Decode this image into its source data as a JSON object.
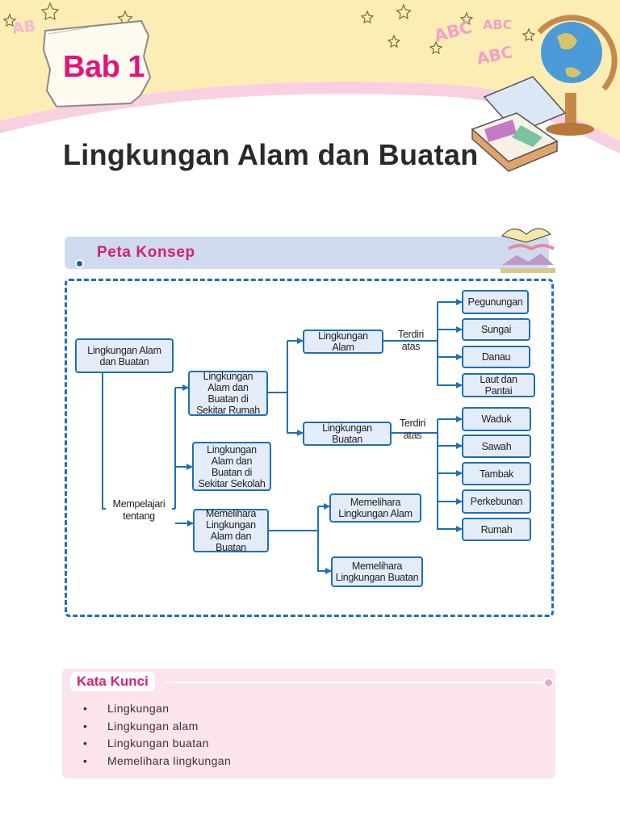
{
  "header": {
    "chapter_label": "Bab 1",
    "chapter_title": "Lingkungan Alam dan Buatan"
  },
  "concept_map": {
    "section_title": "Peta Konsep",
    "nodes": {
      "root": "Lingkungan Alam dan Buatan",
      "rumah": "Lingkungan Alam dan Buatan di Sekitar Rumah",
      "sekolah": "Lingkungan Alam dan Buatan di Sekitar Sekolah",
      "memelihara": "Memelihara Lingkungan Alam dan Buatan",
      "alam": "Lingkungan Alam",
      "buatan": "Lingkungan Buatan",
      "mem_alam": "Memelihara Lingkungan Alam",
      "mem_buatan": "Memelihara Lingkungan Buatan",
      "pegunungan": "Pegunungan",
      "sungai": "Sungai",
      "danau": "Danau",
      "laut": "Laut dan Pantai",
      "waduk": "Waduk",
      "sawah": "Sawah",
      "tambak": "Tambak",
      "perkebunan": "Perkebunan",
      "rumah_item": "Rumah"
    },
    "labels": {
      "mempelajari": "Mempelajari tentang",
      "terdiri_alam": "Terdiri atas",
      "terdiri_buatan": "Terdiri atas"
    }
  },
  "keywords": {
    "title": "Kata Kunci",
    "bullet": "•",
    "items": [
      "Lingkungan",
      "Lingkungan alam",
      "Lingkungan buatan",
      "Memelihara lingkungan"
    ]
  },
  "colors": {
    "accent_pink": "#e4147a",
    "accent_blue": "#1f6fb5",
    "node_fill": "#e3ecf8",
    "header_yellow": "#fcedb4"
  }
}
